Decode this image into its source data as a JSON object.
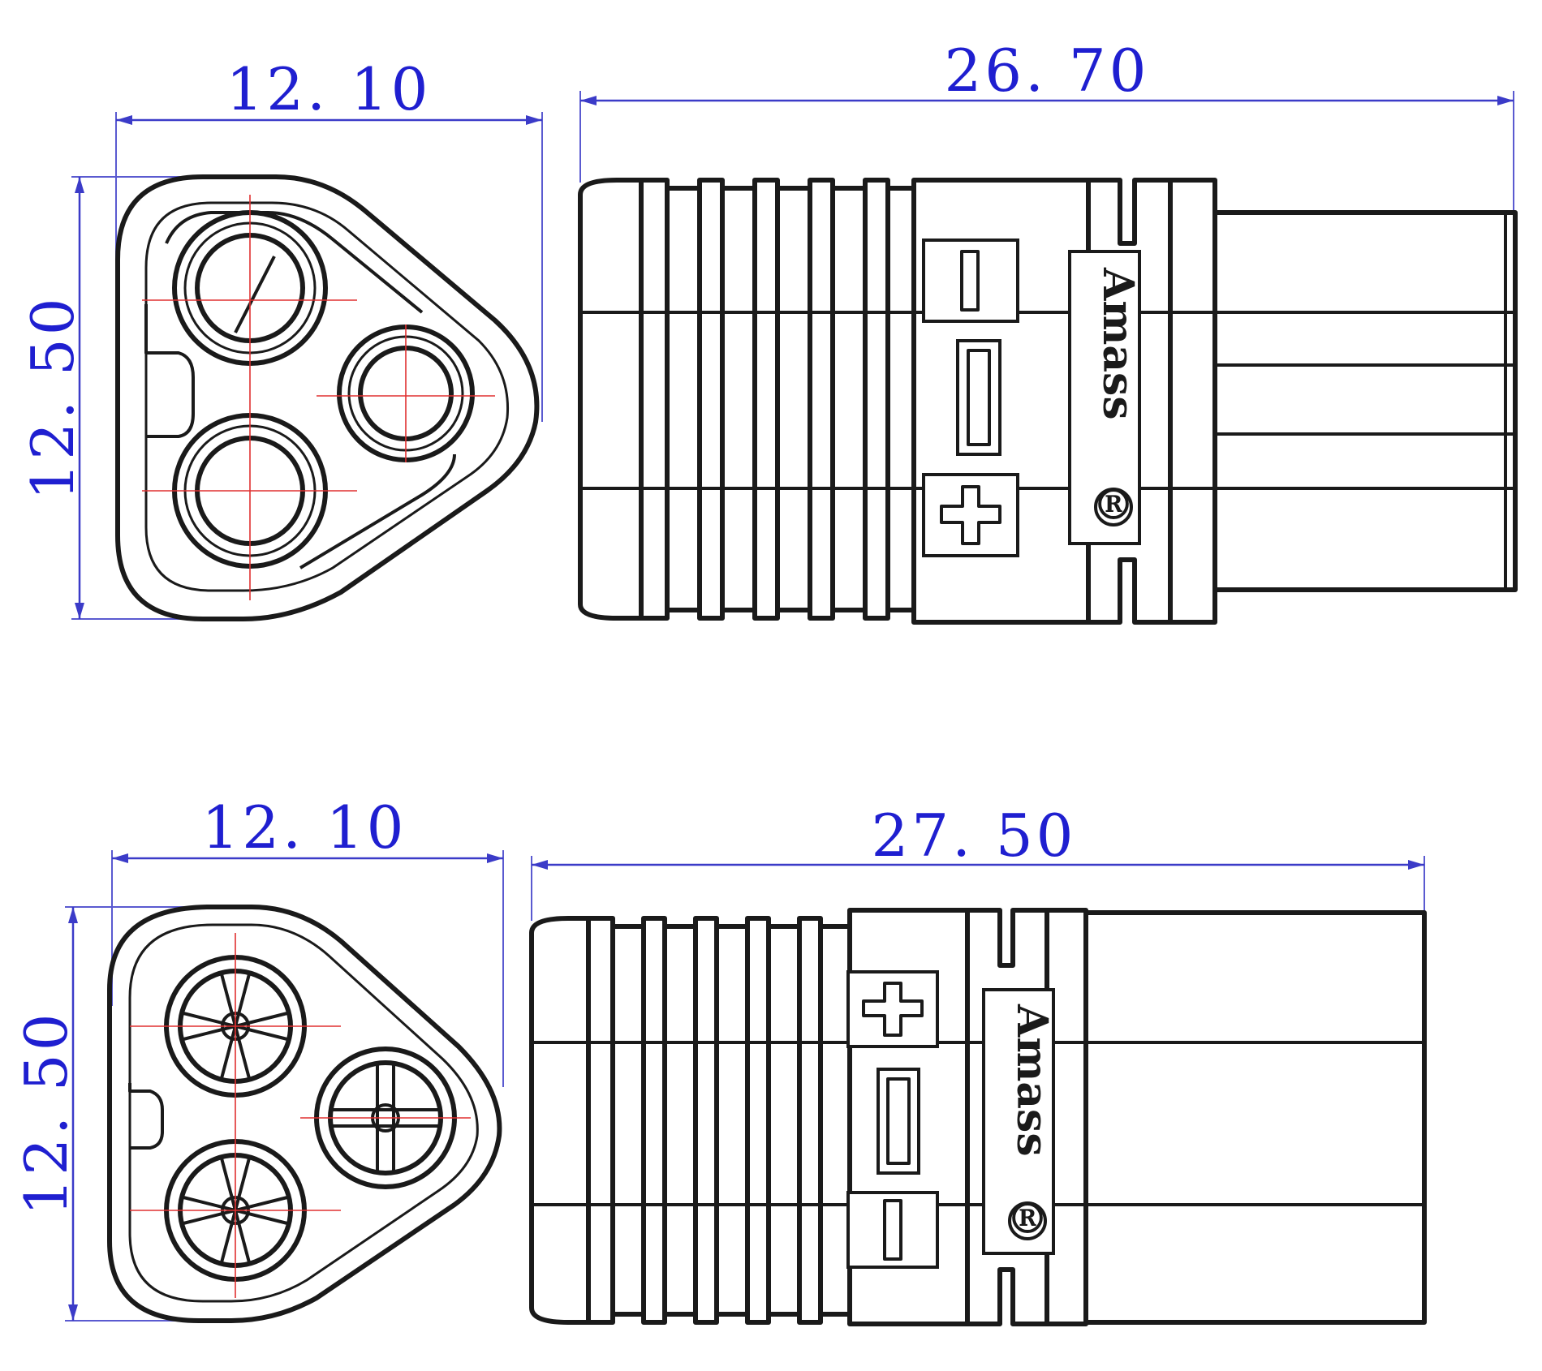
{
  "top": {
    "front_width_label": "12. 10",
    "front_height_label": "12. 50",
    "side_length_label": "26. 70",
    "brand_label": "Amass",
    "registered_mark": "®"
  },
  "bottom": {
    "front_width_label": "12. 10",
    "front_height_label": "12. 50",
    "side_length_label": "27. 50",
    "brand_label": "Amass",
    "registered_mark": "®"
  },
  "colors": {
    "dimension": "#1f1fd0",
    "outline": "#1a1a1a",
    "centerline": "#e03030"
  }
}
